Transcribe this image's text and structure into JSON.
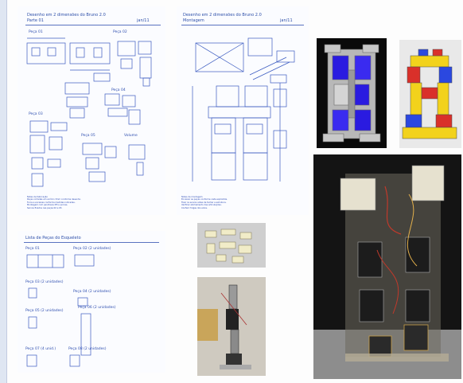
{
  "sheet1": {
    "title": "Desenho em 2 dimensões do Bruno 2.0",
    "subtitle": "Parte 01",
    "date": "jan/11",
    "labels": {
      "p01": "Peça 01",
      "p02": "Peça 02",
      "p03": "Peça 03",
      "p04": "Peça 04",
      "p05": "Peça 05",
      "volume": "Volume"
    },
    "notes": "Notas de fabricação\nPeças cortadas em acrílico 3mm conforme desenho.\nFuros e encaixes conforme medidas indicadas.\nMontagem com parafusos M3 e porcas.\nServos fixados nas peças 02 e 03."
  },
  "sheet2": {
    "title": "Desenho em 2 dimensões do Bruno 2.0",
    "subtitle": "Montagem",
    "date": "jan/11",
    "notes": "Notas de montagem\nEncaixar as peças conforme vista explodida.\nFixar os servos antes de fechar a estrutura.\nVerificar alinhamento das articulações.\nConferir folgas dos eixos."
  },
  "sheet3": {
    "title": "Lista de Peças do Esqueleto",
    "labels": {
      "a": "Peça 01",
      "b": "Peça 02 (2 unidades)",
      "c": "Peça 03 (2 unidades)",
      "d": "Peça 04 (2 unidades)",
      "e": "Peça 05 (2 unidades)",
      "f": "Peça 06 (2 unidades)",
      "g": "Peça 07 (4 unid.)",
      "h": "Peça 08 (2 unidades)"
    }
  },
  "colors": {
    "ink": "#2c4ea8",
    "blue_part": "#2a1be0",
    "yellow_part": "#f2d21c",
    "red_part": "#d9302a"
  }
}
